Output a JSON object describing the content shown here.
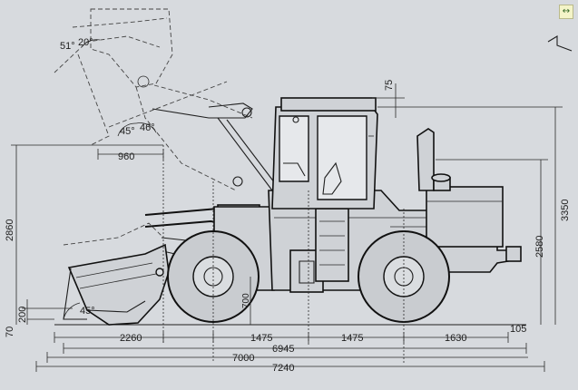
{
  "diagram": {
    "dimensions": {
      "width_960": "960",
      "height_2860": "2860",
      "height_3350": "3350",
      "height_2580": "2580",
      "top_75": "75",
      "len_2260": "2260",
      "len_1475_a": "1475",
      "len_1475_b": "1475",
      "len_1630": "1630",
      "len_105": "105",
      "len_6945": "6945",
      "len_7000": "7000",
      "len_7240": "7240",
      "clear_70": "70",
      "clear_200": "200",
      "clear_700": "700"
    },
    "angles": {
      "a51": "51°",
      "a20": "20°",
      "a45_top": "45°",
      "a46_top": "46°",
      "a45_bottom": "45°"
    }
  },
  "ui": {
    "expand_glyph": "↔"
  }
}
